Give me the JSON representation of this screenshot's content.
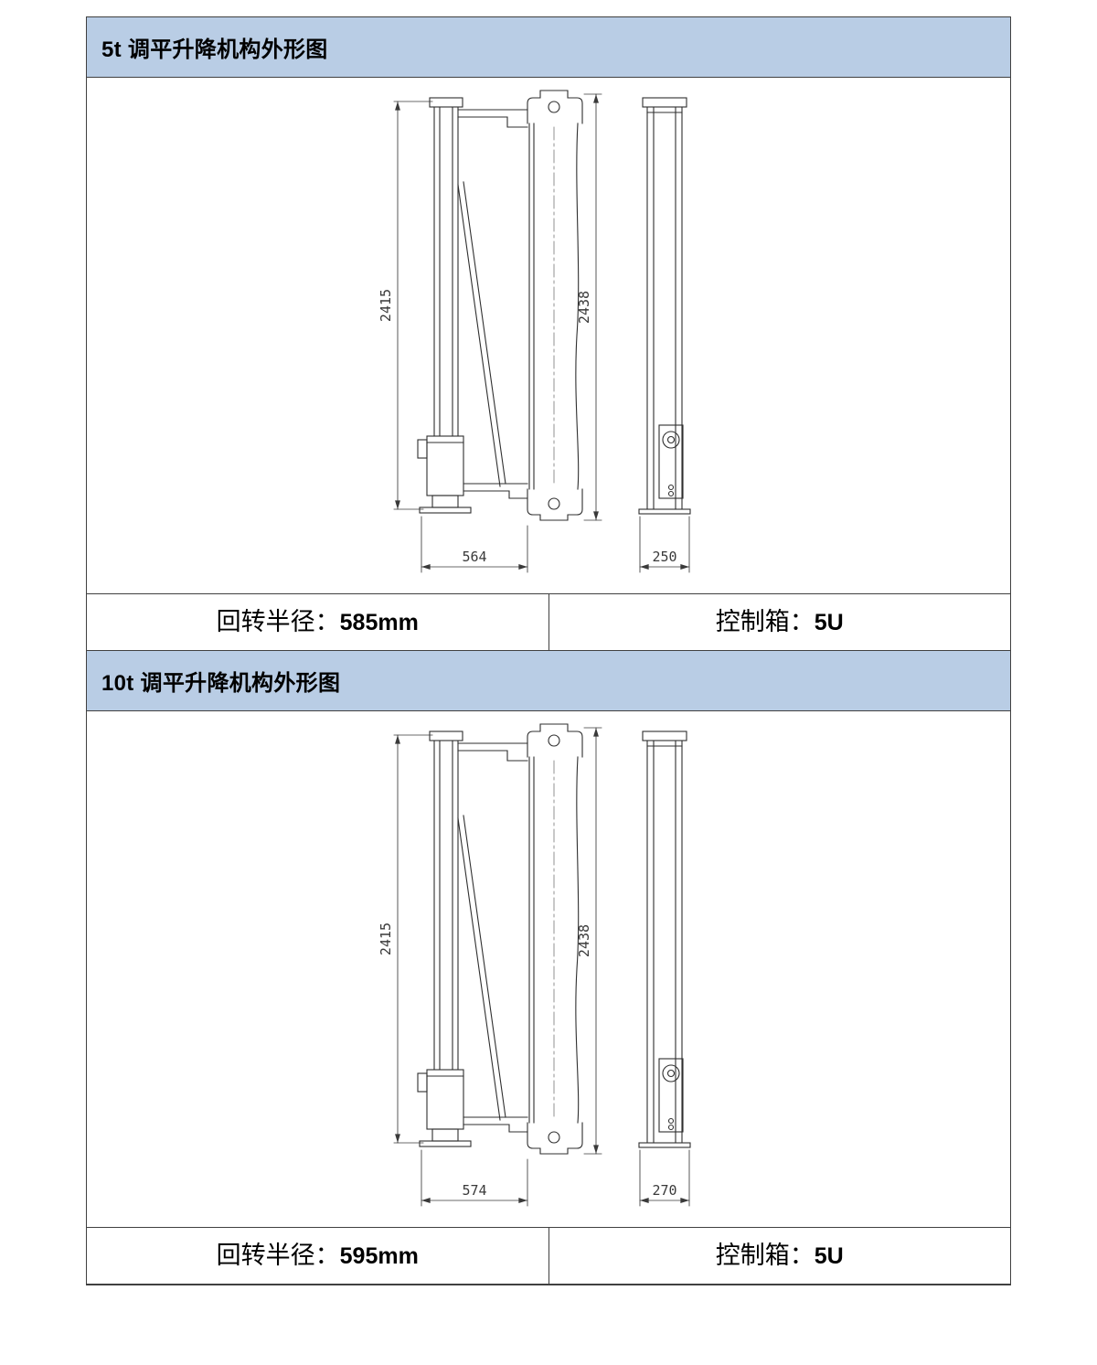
{
  "sections": [
    {
      "title": "5t 调平升降机构外形图",
      "drawing": {
        "name": "5t-leveling-lift-outline-drawing",
        "dim_height_front": "2415",
        "dim_height_mast": "2438",
        "dim_width_front": "564",
        "dim_width_side": "250"
      },
      "specs": [
        {
          "label": "回转半径：",
          "value": "585mm"
        },
        {
          "label": "控制箱：",
          "value": "5U"
        }
      ]
    },
    {
      "title": "10t 调平升降机构外形图",
      "drawing": {
        "name": "10t-leveling-lift-outline-drawing",
        "dim_height_front": "2415",
        "dim_height_mast": "2438",
        "dim_width_front": "574",
        "dim_width_side": "270"
      },
      "specs": [
        {
          "label": "回转半径：",
          "value": "595mm"
        },
        {
          "label": "控制箱：",
          "value": "5U"
        }
      ]
    }
  ],
  "colors": {
    "header_bg": "#b9cde5",
    "table_border": "#404040",
    "drawing_line": "#2f2f2f",
    "dimension_text": "#3a3a3a"
  }
}
